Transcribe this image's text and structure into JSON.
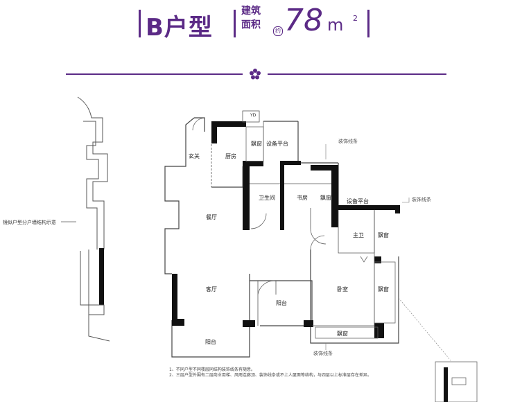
{
  "header": {
    "type_name": "B户型",
    "area_word_1": "建筑",
    "area_word_2": "面积",
    "area_approx": "约",
    "area_value": "78",
    "area_unit": "m",
    "area_sup": "2"
  },
  "plan": {
    "rooms": {
      "entrance": "玄关",
      "kitchen": "厨房",
      "bay_window_top": "飘窗",
      "equipment_platform_top": "设备平台",
      "bathroom": "卫生间",
      "study": "书房",
      "bay_window_study": "飘窗",
      "equipment_platform_right": "设备平台",
      "dining": "餐厅",
      "master_bath": "主卫",
      "bay_window_master_bath": "飘窗",
      "living": "客厅",
      "balcony_small": "阳台",
      "bedroom": "卧室",
      "bay_window_bedroom": "飘窗",
      "bay_window_bottom": "飘窗",
      "balcony": "阳台",
      "yd": "YD"
    },
    "deco_label_1": "装饰线条",
    "deco_label_2": "装饰线条",
    "deco_label_3": "装饰线条",
    "side_note": "镜似户型分户墙结构示意"
  },
  "notes": {
    "line1": "1、不同户型不同楼层同结构装饰线条有随意。",
    "line2": "2、三层户型外围有二层商业用梯、风雨连廊顶、装饰线条或不上人屋面等结构，与四层以上标准层存在差异。"
  },
  "colors": {
    "brand": "#5b2a86",
    "wall": "#111111"
  }
}
